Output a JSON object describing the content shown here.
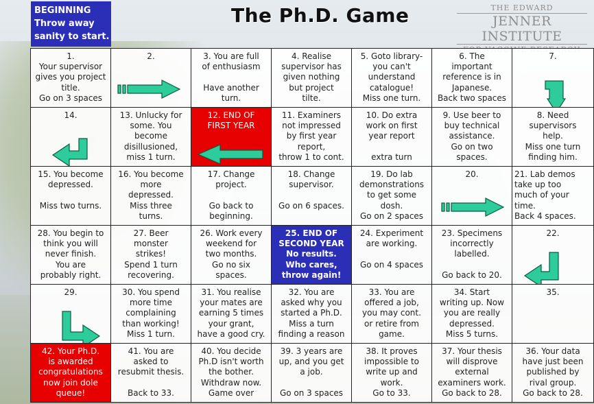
{
  "header": {
    "start": [
      "BEGINNING",
      "Throw away",
      "sanity to start."
    ],
    "title": "The Ph.D. Game",
    "logo": {
      "line1": "THE EDWARD",
      "line2": "JENNER INSTITUTE",
      "line3": "FOR VACCINE RESEARCH"
    }
  },
  "board": {
    "cells": [
      "1.\nYour supervisor\ngives you project\ntitle.\nGo on 3 spaces",
      "2.",
      "3. You are full\nof enthusiasm\n\nHave another\nturn.",
      "4. Realise\nsupervisor has\ngiven nothing\nbut project\ntilte.",
      "5. Goto library-\nyou can't\nunderstand\ncatalogue!\nMiss one turn.",
      "6. The\nimportant\nreference is in\nJapanese.\nBack two spaces",
      "7.",
      "14.",
      "13. Unlucky for\nsome. You\nbecome\ndisillusioned,\nmiss 1 turn.",
      "12. END OF\nFIRST YEAR",
      "11. Examiners\nnot impressed\nby first year\nreport,\nthrow 1 to cont.",
      "10. Do extra\nwork on first\nyear report\n\nextra turn",
      "9. Use beer to\nbuy technical\nassistance.\nGo on two\nspaces.",
      "8. Need\nsupervisors\nhelp.\nMiss one turn\nfinding him.",
      "15. You become\ndepressed.\n\nMiss two turns.",
      "16. You become\nmore\ndepressed.\nMiss three\nturns.",
      "17. Change\nproject.\n\nGo back to\nbeginning.",
      "18. Change\nsupervisor.\n\nGo on 6 spaces.",
      "19. Do lab\ndemonstrations\nto get some\ndosh.\nGo on 2 spaces",
      "20.",
      "21. Lab demos\ntake up too\nmuch of your\ntime.\nBack 4 spaces.",
      "28. You begin to\nthink you will\nnever finish.\nYou are\nprobably right.",
      "27. Beer\nmonster\nstrikes!\nSpend 1 turn\nrecovering.",
      "26. Work every\nweekend for\ntwo months.\nGo no six\nspaces.",
      "25. END OF\nSECOND YEAR\nNo results.\nWho cares,\nthrow again!",
      "24. Experiment\nare working.\n\nGo on 4 spaces",
      "23. Specimens\nincorrectly\nlabelled.\n\nGo back to 20.",
      "22.",
      "29.",
      "30. You spend\nmore time\ncomplaining\nthan working!\nMiss 1 turn.",
      "31. You realise\nyour mates are\nearning 5 times\nyour grant,\nhave a good cry.",
      "32. You are\nasked why you\nstarted a Ph.D.\nMiss a turn\nfinding a reason",
      "33. You are\noffered a job,\nyou may cont.\nor retire from\ngame.",
      "34. Start\nwriting up. Now\nyou are really\ndepressed.\nMiss 5 turns.",
      "35.",
      "42. Your Ph.D.\nis awarded\ncongratulations\nnow join dole\nqueue!",
      "41. You are\nasked to\nresubmit thesis.\n\nBack to 33.",
      "40. You decide\nPh.D isn't worth\nthe bother.\nWithdraw now.\nGame over",
      "39. 3 years are\nup, and you get\na job.\n\nGo on 3 spaces",
      "38. It proves\nimpossible to\nwrite up and\nwork.\nGo to 33.",
      "37. Your thesis\nwill disprove\nexternal\nexaminers work.\nGo back to 28.",
      "36. Your data\nhave just been\npublished by\nrival group.\nGo back to 28."
    ]
  },
  "colors": {
    "start_blue": "#2b2fb8",
    "special_red": "#e60000",
    "arrow_green": "#2ecc9a"
  }
}
